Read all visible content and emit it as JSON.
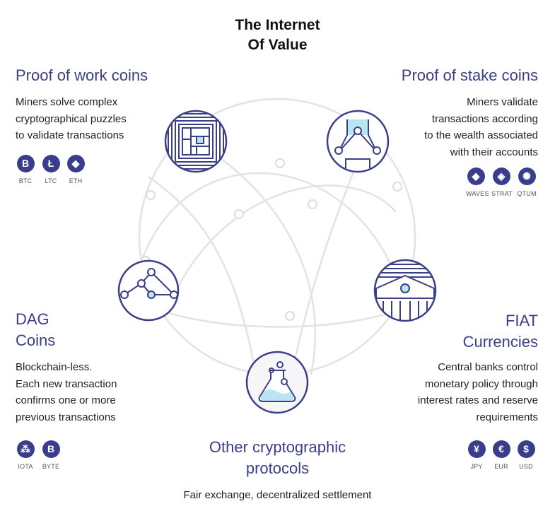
{
  "title_line1": "The Internet",
  "title_line2": "Of Value",
  "pow": {
    "title": "Proof of work coins",
    "desc": [
      "Miners solve complex",
      "cryptographical puzzles",
      "to validate transactions"
    ],
    "coins": [
      {
        "label": "BTC",
        "glyph": "B",
        "icon": "bitcoin-icon"
      },
      {
        "label": "LTC",
        "glyph": "Ł",
        "icon": "litecoin-icon"
      },
      {
        "label": "ETH",
        "glyph": "◆",
        "icon": "ethereum-icon"
      }
    ]
  },
  "pos": {
    "title": "Proof of stake coins",
    "desc": [
      "Miners validate",
      "transactions according",
      "to the wealth associated",
      "with their accounts"
    ],
    "coins": [
      {
        "label": "WAVES",
        "glyph": "◆",
        "icon": "waves-icon"
      },
      {
        "label": "STRAT",
        "glyph": "◈",
        "icon": "stratis-icon"
      },
      {
        "label": "QTUM",
        "glyph": "✺",
        "icon": "qtum-icon"
      }
    ]
  },
  "dag": {
    "title_line1": "DAG",
    "title_line2": "Coins",
    "desc": [
      "Blockchain-less.",
      "Each new transaction",
      "confirms one or more",
      "previous transactions"
    ],
    "coins": [
      {
        "label": "IOTA",
        "glyph": "⁂",
        "icon": "iota-icon"
      },
      {
        "label": "BYTE",
        "glyph": "B",
        "icon": "byteball-icon"
      }
    ]
  },
  "fiat": {
    "title_line1": "FIAT",
    "title_line2": "Currencies",
    "desc": [
      "Central banks control",
      "monetary policy through",
      "interest rates and reserve",
      "requirements"
    ],
    "coins": [
      {
        "label": "JPY",
        "glyph": "¥",
        "icon": "yen-icon"
      },
      {
        "label": "EUR",
        "glyph": "€",
        "icon": "euro-icon"
      },
      {
        "label": "USD",
        "glyph": "$",
        "icon": "dollar-icon"
      }
    ]
  },
  "other": {
    "title_line1": "Other cryptographic",
    "title_line2": "protocols",
    "desc": "Fair exchange, decentralized settlement"
  },
  "colors": {
    "accent": "#3b3f86",
    "icon_fill": "#b9e4f2",
    "ring": "#e3e3e8"
  }
}
